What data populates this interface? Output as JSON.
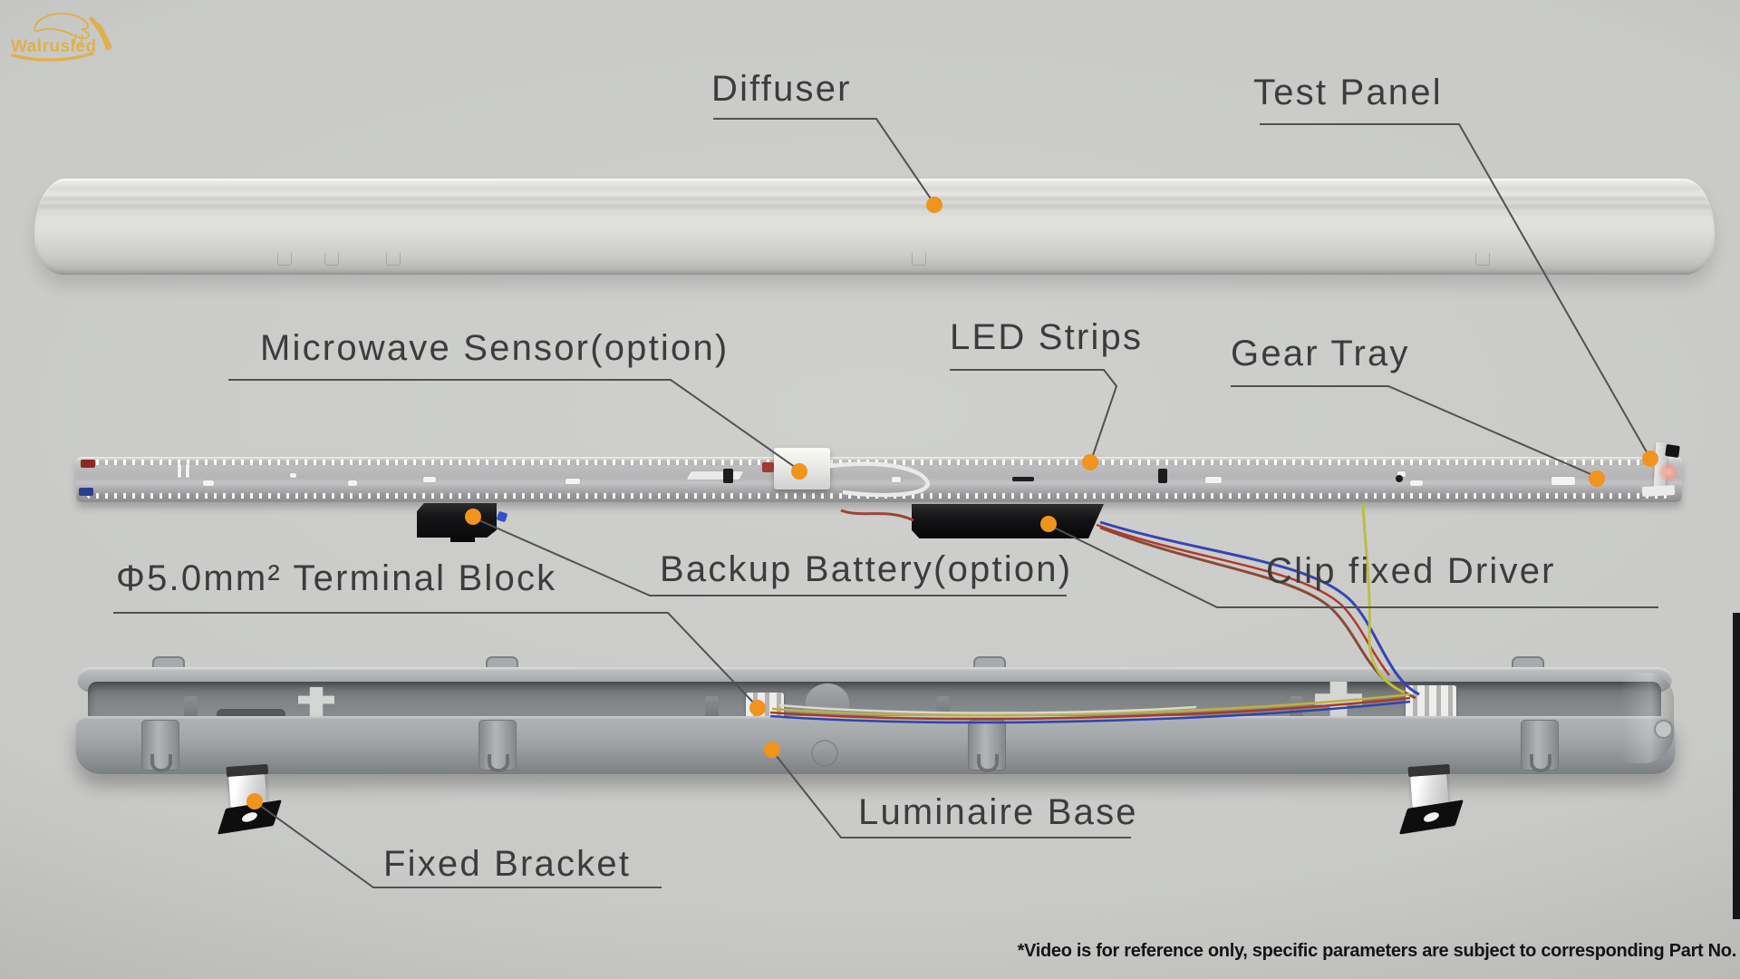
{
  "logo": {
    "brand": "Walrusled"
  },
  "diagram": {
    "labels": [
      {
        "id": "diffuser",
        "text": "Diffuser"
      },
      {
        "id": "test-panel",
        "text": "Test Panel"
      },
      {
        "id": "microwave-sensor",
        "text": "Microwave Sensor(option)"
      },
      {
        "id": "led-strips",
        "text": "LED Strips"
      },
      {
        "id": "gear-tray",
        "text": "Gear Tray"
      },
      {
        "id": "terminal-block",
        "text": "Φ5.0mm² Terminal Block"
      },
      {
        "id": "backup-battery",
        "text": "Backup Battery(option)"
      },
      {
        "id": "clip-fixed-driver",
        "text": "Clip fixed Driver"
      },
      {
        "id": "luminaire-base",
        "text": "Luminaire Base"
      },
      {
        "id": "fixed-bracket",
        "text": "Fixed Bracket"
      }
    ]
  },
  "footnote": {
    "text": "*Video is for reference only, specific parameters are subject to corresponding Part No."
  },
  "colors": {
    "background": "#C8C9C7",
    "label_text": "#3C3C3C",
    "leader_line": "#515151",
    "marker_orange": "#F0941D",
    "logo_gold": "#DFB14E",
    "footnote_text": "#141414"
  }
}
